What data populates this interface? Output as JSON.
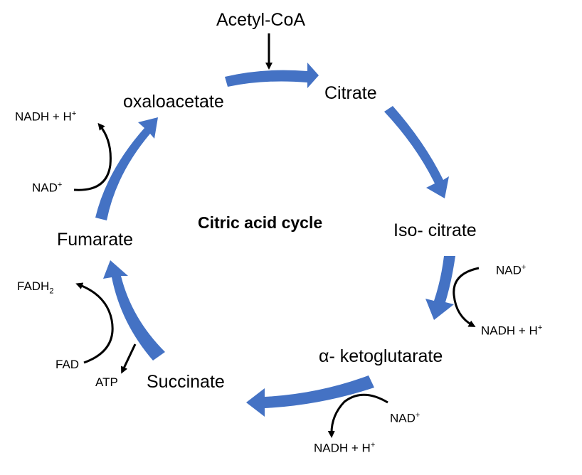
{
  "title": "Citric acid cycle",
  "colors": {
    "cycle_arrow": "#4472C4",
    "side_arrow": "#000000"
  },
  "intermediates": {
    "acetyl_coa": "Acetyl-CoA",
    "citrate": "Citrate",
    "isocitrate": "Iso- citrate",
    "alpha_ketoglutarate": "α- ketoglutarate",
    "succinate": "Succinate",
    "fumarate": "Fumarate",
    "oxaloacetate": "oxaloacetate"
  },
  "cofactors": {
    "isocitrate_step": {
      "input": "NAD",
      "input_sup": "+",
      "output": "NADH + H",
      "output_sup": "+"
    },
    "ketoglutarate_step": {
      "input": "NAD",
      "input_sup": "+",
      "output": "NADH + H",
      "output_sup": "+"
    },
    "succinate_step": {
      "input": "FAD",
      "output": "FADH",
      "output_sub": "2",
      "atp": "ATP"
    },
    "fumarate_step": {
      "input": "NAD",
      "input_sup": "+",
      "output": "NADH + H",
      "output_sup": "+"
    }
  }
}
